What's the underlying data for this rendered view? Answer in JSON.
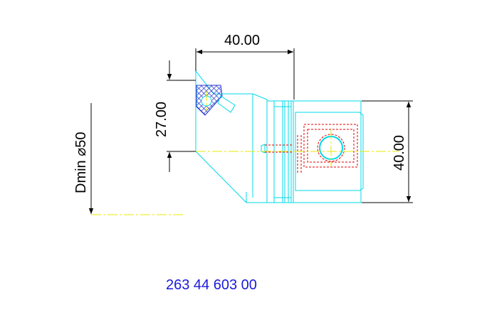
{
  "dimensions": {
    "top_width": "40.00",
    "right_height": "40.00",
    "left_offset": "27.00",
    "dmin": "Dmin ⌀50"
  },
  "part_number": "263 44 603 00",
  "colors": {
    "outline": "#00d8e8",
    "hidden": "#e00000",
    "insert": "#2030c8",
    "centerline": "#e8e800",
    "dimension": "#000000",
    "part_number": "#1a1adc"
  }
}
